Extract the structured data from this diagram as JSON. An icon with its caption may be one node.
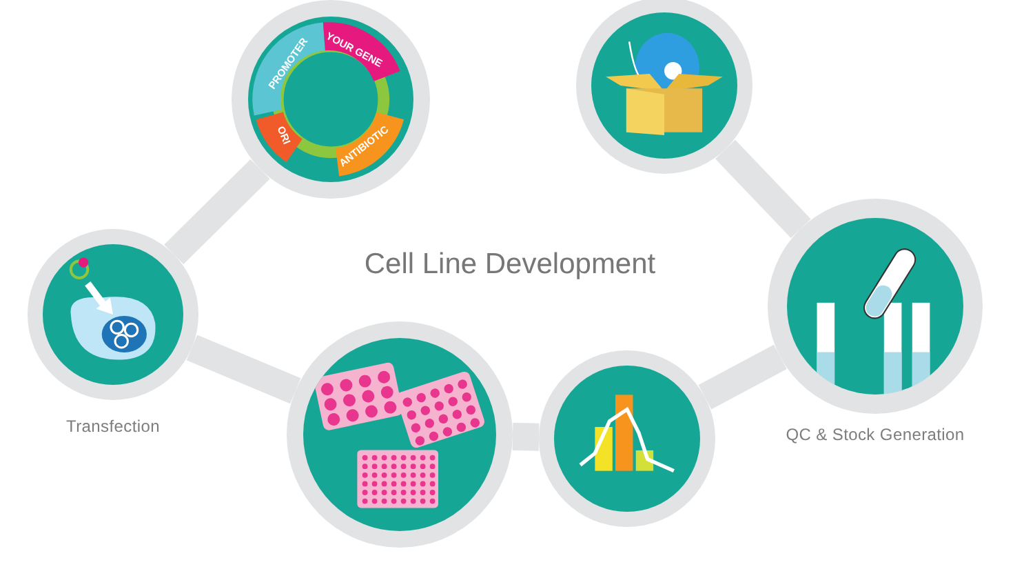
{
  "diagram": {
    "title": "Cell Line Development",
    "nodes": [
      {
        "text": [
          "PROMOTER",
          "YOUR GENE",
          "ORI",
          "ANTIBIOTIC"
        ]
      },
      {
        "text": [],
        "shape": "picture"
      },
      {
        "text": [
          "Transfection"
        ]
      },
      {
        "text": [
          "QC & Stock Generation"
        ]
      },
      {
        "text": [],
        "shape": "picture"
      },
      {
        "text": [],
        "shape": "picture"
      }
    ],
    "edges": [
      {
        "from": 2,
        "to": 0,
        "arrow": "none"
      },
      {
        "from": 2,
        "to": 4,
        "arrow": "none"
      },
      {
        "from": 4,
        "to": 5,
        "arrow": "none"
      },
      {
        "from": 5,
        "to": 3,
        "arrow": "none"
      },
      {
        "from": 3,
        "to": 1,
        "arrow": "none"
      }
    ]
  }
}
